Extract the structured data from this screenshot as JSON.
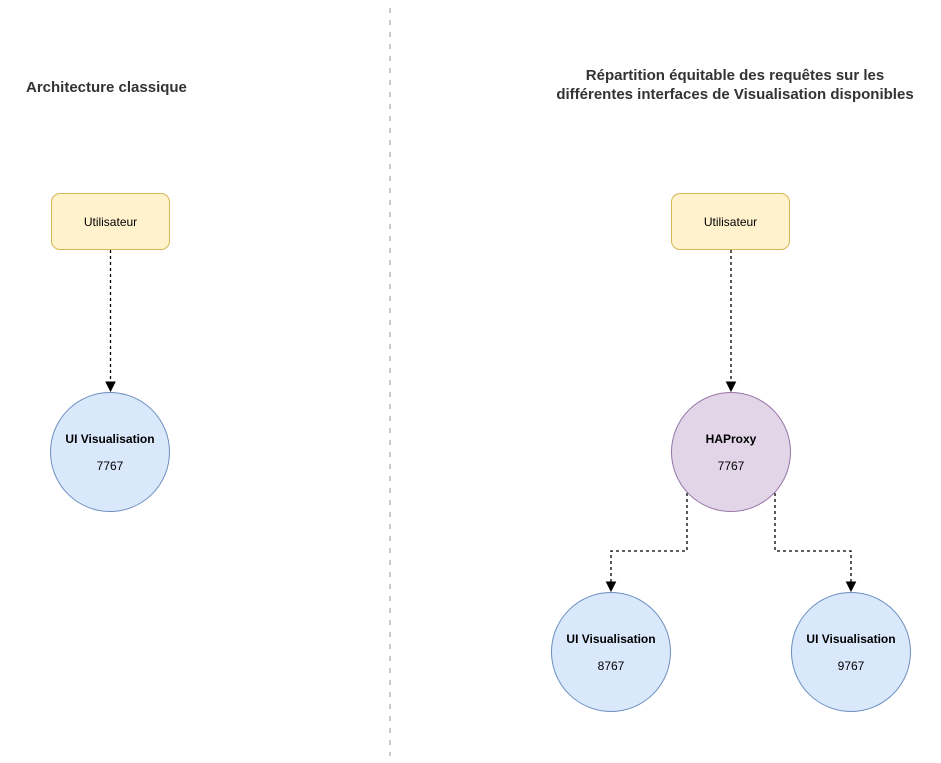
{
  "canvas": {
    "background": "#ffffff"
  },
  "divider": {
    "color": "#cccccc"
  },
  "connectors": {
    "color": "#000000",
    "style": "dashed",
    "arrowhead": "filled-triangle"
  },
  "left_panel": {
    "title": "Architecture classique",
    "user_box": {
      "label": "Utilisateur",
      "fill": "#fff2cc",
      "stroke": "#d6b656"
    },
    "ui_node": {
      "label": "UI Visualisation",
      "port": "7767",
      "fill": "#dae8fc",
      "stroke": "#6c8ebf"
    }
  },
  "right_panel": {
    "title_lines": [
      "Répartition équitable des requêtes sur les",
      "différentes interfaces de Visualisation disponibles"
    ],
    "user_box": {
      "label": "Utilisateur",
      "fill": "#fff2cc",
      "stroke": "#d6b656"
    },
    "haproxy_node": {
      "label": "HAProxy",
      "port": "7767",
      "fill": "#e1d5e7",
      "stroke": "#9673a6"
    },
    "ui_node_left": {
      "label": "UI Visualisation",
      "port": "8767",
      "fill": "#dae8fc",
      "stroke": "#6c8ebf"
    },
    "ui_node_right": {
      "label": "UI Visualisation",
      "port": "9767",
      "fill": "#dae8fc",
      "stroke": "#6c8ebf"
    }
  }
}
